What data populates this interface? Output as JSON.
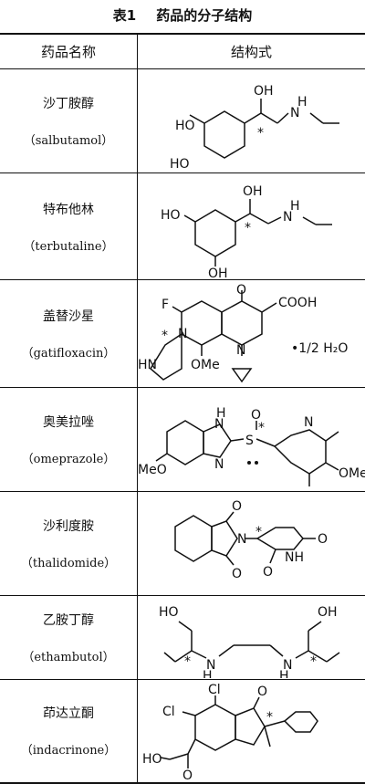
{
  "caption": {
    "number": "表1",
    "title": "药品的分子结构"
  },
  "headers": {
    "name": "药品名称",
    "structure": "结构式"
  },
  "drugs": [
    {
      "cn": "沙丁胺醇",
      "en": "（salbutamol）"
    },
    {
      "cn": "特布他林",
      "en": "（terbutaline）"
    },
    {
      "cn": "盖替沙星",
      "en": "（gatifloxacin）"
    },
    {
      "cn": "奥美拉唑",
      "en": "（omeprazole）"
    },
    {
      "cn": "沙利度胺",
      "en": "（thalidomide）"
    },
    {
      "cn": "乙胺丁醇",
      "en": "（ethambutol）"
    },
    {
      "cn": "茚达立酮",
      "en": "（indacrinone）"
    }
  ],
  "atoms": {
    "oh": "OH",
    "ho": "HO",
    "hn": "HN",
    "nh": "NH",
    "n": "N",
    "o": "O",
    "f": "F",
    "s": "S",
    "cl": "Cl",
    "cooh": "COOH",
    "ome": "OMe",
    "meo": "MeO",
    "h": "H",
    "star": "*",
    "hydrate": "•1/2 H₂O"
  }
}
